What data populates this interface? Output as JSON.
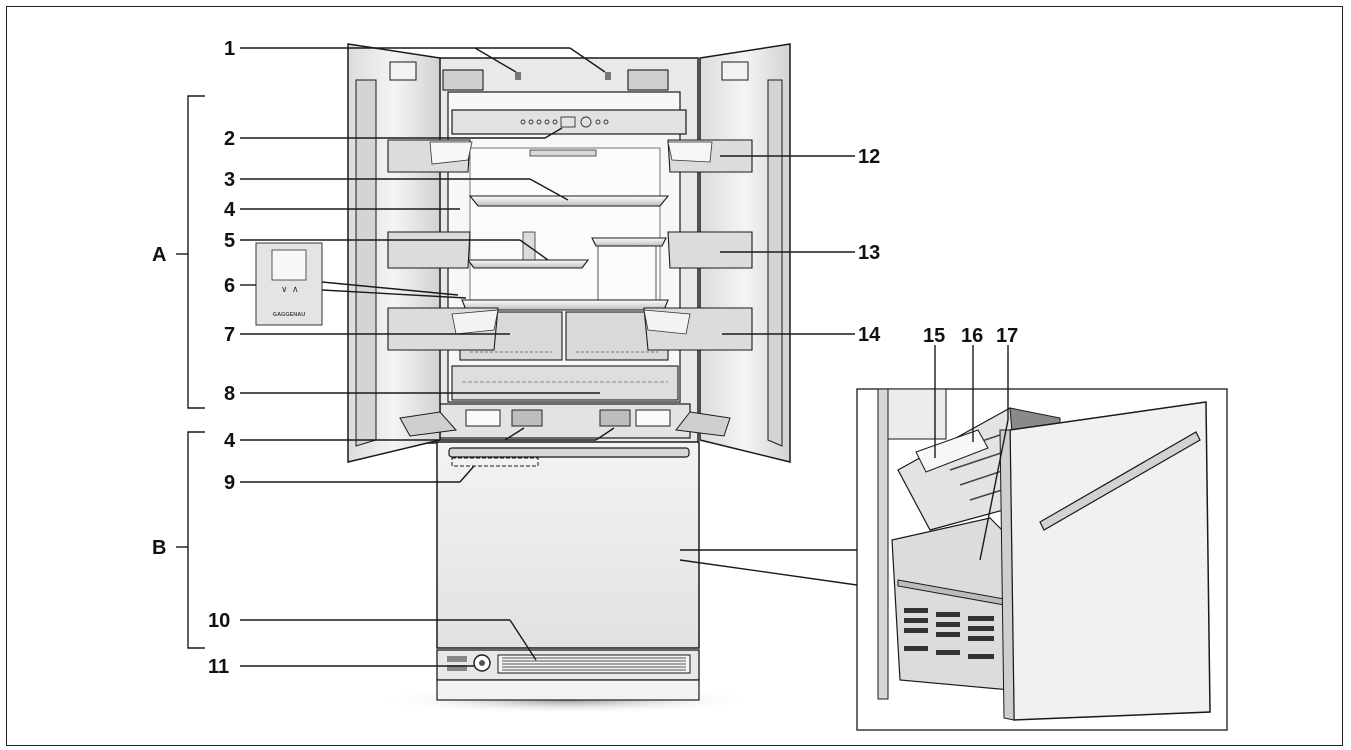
{
  "callouts": {
    "c1": "1",
    "c2": "2",
    "c3": "3",
    "c4a": "4",
    "c5": "5",
    "c6": "6",
    "c7": "7",
    "c8": "8",
    "c4b": "4",
    "c9": "9",
    "c10": "10",
    "c11": "11",
    "c12": "12",
    "c13": "13",
    "c14": "14",
    "c15": "15",
    "c16": "16",
    "c17": "17"
  },
  "sections": {
    "A": "A",
    "B": "B"
  },
  "panel_brand": "GAGGENAU",
  "colors": {
    "line": "#1a1a1a",
    "body": "#ececec",
    "inner": "#f6f6f6",
    "shade": "#c9c9c9",
    "dark": "#6e6e6e"
  }
}
